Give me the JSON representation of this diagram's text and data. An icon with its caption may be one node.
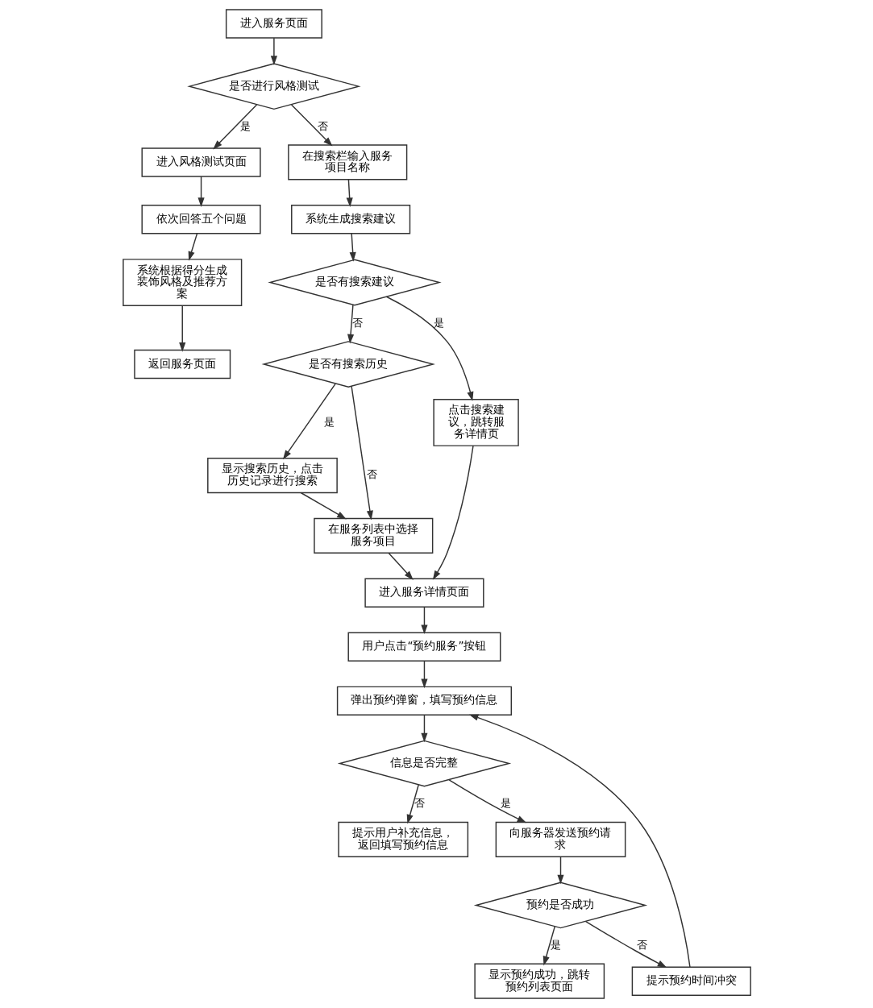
{
  "diagram": {
    "nodes": [
      {
        "text": [
          "进入服务页面"
        ]
      },
      {
        "text": [
          "是否进行风格测试"
        ]
      },
      {
        "text": [
          "进入风格测试页面"
        ]
      },
      {
        "text": [
          "依次回答五个问题"
        ]
      },
      {
        "text": [
          "系统根据得分生成装饰风格及推荐方案"
        ]
      },
      {
        "text": [
          "返回服务页面"
        ]
      },
      {
        "text": [
          "在搜索栏输入服务项目名称"
        ]
      },
      {
        "text": [
          "系统生成搜索建议"
        ]
      },
      {
        "text": [
          "是否有搜索建议"
        ]
      },
      {
        "text": [
          "是否有搜索历史"
        ]
      },
      {
        "text": [
          "点击搜索建议，跳转服务详情页"
        ]
      },
      {
        "text": [
          "显示搜索历史，点击历史记录进行搜索"
        ]
      },
      {
        "text": [
          "在服务列表中选择服务项目"
        ]
      },
      {
        "text": [
          "进入服务详情页面"
        ]
      },
      {
        "text": [
          "用户点击“预约服务”按钮"
        ]
      },
      {
        "text": [
          "弹出预约弹窗，填写预约信息"
        ]
      },
      {
        "text": [
          "信息是否完整"
        ]
      },
      {
        "text": [
          "提示用户补充信息，返回填写预约信息"
        ]
      },
      {
        "text": [
          "向服务器发送预约请求"
        ]
      },
      {
        "text": [
          "预约是否成功"
        ]
      },
      {
        "text": [
          "显示预约成功，跳转预约列表页面"
        ]
      },
      {
        "text": [
          "提示预约时间冲突"
        ]
      }
    ],
    "edges": [
      {
        "from": 0,
        "to": 1,
        "arrow": "to"
      },
      {
        "from": 1,
        "to": 2,
        "arrow": "to",
        "label": "是"
      },
      {
        "from": 1,
        "to": 6,
        "arrow": "to",
        "label": "否"
      },
      {
        "from": 2,
        "to": 3,
        "arrow": "to"
      },
      {
        "from": 3,
        "to": 4,
        "arrow": "to"
      },
      {
        "from": 4,
        "to": 5,
        "arrow": "to"
      },
      {
        "from": 6,
        "to": 7,
        "arrow": "to"
      },
      {
        "from": 7,
        "to": 8,
        "arrow": "to"
      },
      {
        "from": 8,
        "to": 9,
        "arrow": "to",
        "label": "否"
      },
      {
        "from": 8,
        "to": 10,
        "arrow": "to",
        "label": "是"
      },
      {
        "from": 9,
        "to": 11,
        "arrow": "to",
        "label": "是"
      },
      {
        "from": 9,
        "to": 12,
        "arrow": "to",
        "label": "否"
      },
      {
        "from": 11,
        "to": 12,
        "arrow": "to"
      },
      {
        "from": 12,
        "to": 13,
        "arrow": "to"
      },
      {
        "from": 10,
        "to": 13,
        "arrow": "to"
      },
      {
        "from": 13,
        "to": 14,
        "arrow": "to"
      },
      {
        "from": 14,
        "to": 15,
        "arrow": "to"
      },
      {
        "from": 15,
        "to": 16,
        "arrow": "to"
      },
      {
        "from": 16,
        "to": 17,
        "arrow": "to",
        "label": "否"
      },
      {
        "from": 16,
        "to": 18,
        "arrow": "to",
        "label": "是"
      },
      {
        "from": 18,
        "to": 19,
        "arrow": "to"
      },
      {
        "from": 19,
        "to": 20,
        "arrow": "to",
        "label": "是"
      },
      {
        "from": 19,
        "to": 21,
        "arrow": "to",
        "label": "否"
      },
      {
        "from": 21,
        "to": 15,
        "arrow": "to"
      }
    ]
  }
}
